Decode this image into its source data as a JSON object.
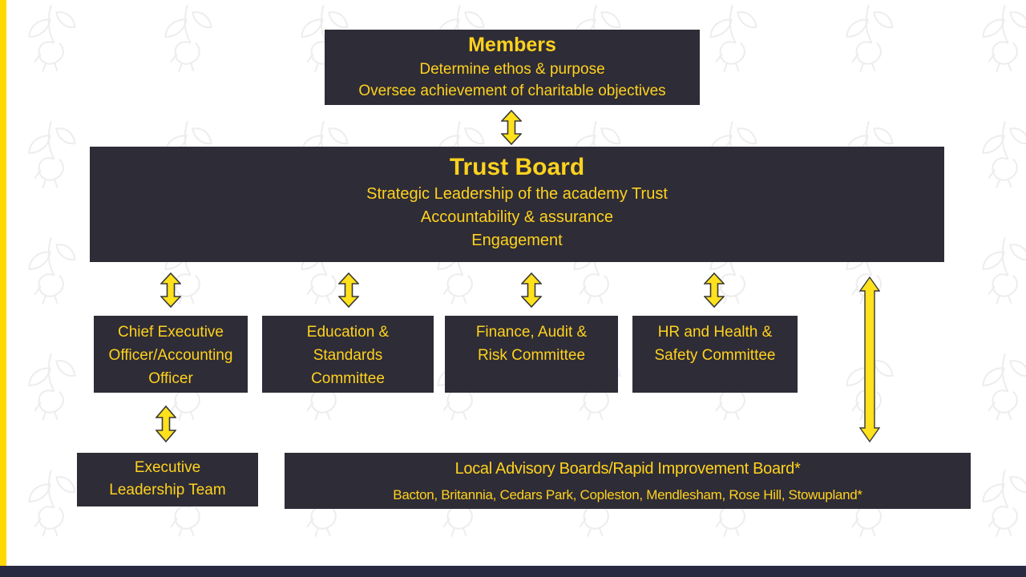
{
  "slide": {
    "type": "governance-structure-diagram",
    "background": "#ffffff"
  },
  "colors": {
    "box_bg": "#2E2C36",
    "text_yellow": "#FFD21E",
    "arrow_fill": "#FFE11C",
    "arrow_stroke": "#383838",
    "stripe_yellow": "#FFD800",
    "footer_navy": "#2A2942",
    "watermark_gray": "#EDEDED"
  },
  "icons": {
    "up_down_arrow": "vertical double-headed block arrow",
    "watermark_flower": "faint outlined bluebell flower pattern"
  },
  "boxes": {
    "members": {
      "title": "Members",
      "lines": [
        "Determine ethos & purpose",
        "Oversee achievement of charitable objectives"
      ]
    },
    "trust_board": {
      "title": "Trust Board",
      "lines": [
        "Strategic Leadership of the academy Trust",
        "Accountability & assurance",
        "Engagement"
      ]
    },
    "committees": [
      {
        "name": "chief-executive-officer",
        "lines": [
          "Chief Executive",
          "Officer/Accounting",
          "Officer"
        ]
      },
      {
        "name": "education-standards-committee",
        "lines": [
          "Education &",
          "Standards",
          "Committee"
        ]
      },
      {
        "name": "finance-audit-risk-committee",
        "lines": [
          "Finance, Audit &",
          "Risk Committee"
        ]
      },
      {
        "name": "hr-health-safety-committee",
        "lines": [
          "HR and Health &",
          "Safety Committee"
        ]
      }
    ],
    "executive_leadership_team": {
      "lines": [
        "Executive",
        "Leadership Team"
      ]
    },
    "local_advisory_boards": {
      "title": "Local Advisory Boards/Rapid Improvement Board*",
      "subtitle": "Bacton, Britannia, Cedars Park, Copleston, Mendlesham, Rose Hill, Stowupland*"
    }
  }
}
